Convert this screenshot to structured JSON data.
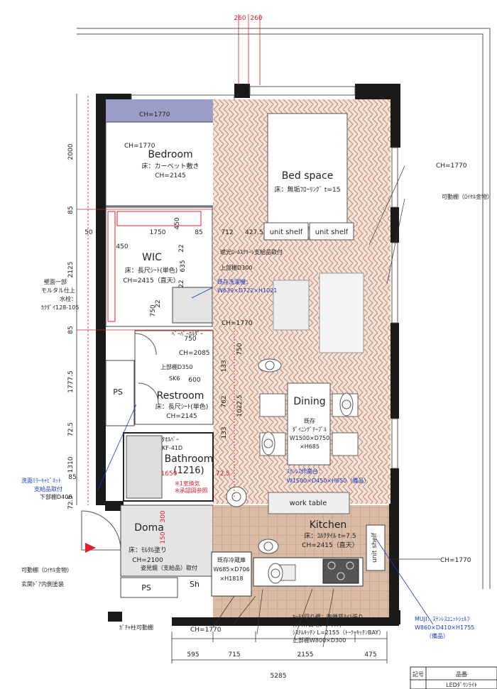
{
  "rooms": {
    "bedroom": {
      "name": "Bedroom",
      "floor": "床：カーペット敷き",
      "ch": "CH=2145",
      "ch_small": "CH=1770"
    },
    "bed_space": {
      "name": "Bed space",
      "floor": "床：無垢ﾌﾛｰﾘﾝｸﾞ t=15"
    },
    "wic": {
      "name": "WIC",
      "floor": "床：長尺ｼｰﾄ(単色)",
      "ch": "CH=2415（直天）"
    },
    "restroom": {
      "name": "Restroom",
      "floor": "床：長尺ｼｰﾄ(単色)",
      "ch": "CH=2145"
    },
    "bathroom": {
      "name": "Bathroom",
      "size": "(1216)",
      "note1": "※1室換気",
      "note2": "※承認図参照"
    },
    "dining": {
      "name": "Dining",
      "table1": "既存",
      "table2": "ﾀﾞｲﾆﾝｸﾞﾃｰﾌﾞﾙ",
      "table3": "W1500×D750",
      "table4": "×H685"
    },
    "doma": {
      "name": "Doma",
      "floor": "床：ﾓﾙﾀﾙ塗り",
      "ch": "CH=2100",
      "mirror": "姿見鏡（支給品）取付"
    },
    "kitchen": {
      "name": "Kitchen",
      "floor": "床：ｺﾙｸﾀｲﾙ t=7.5",
      "ch": "CH=2415（直天）"
    }
  },
  "labels": {
    "unit_shelf": "unit shelf",
    "work_table": "work table",
    "ps": "PS",
    "sh": "Sh",
    "ch_1770": "CH=1770",
    "ch_1770_b": "CH=1770",
    "ch_1770_c": "CH=1770",
    "ch_1770_d": "CH=1770",
    "ch_2085": "CH=2085",
    "sk6": "SK6",
    "shelf_d350": "上部棚D350",
    "shelf_d400": "下部棚D400",
    "shelf_d300": "上部棚D300",
    "washer": "既存洗濯機：",
    "washer_dim": "W639×D722×H1021",
    "roll_screen": "遮光ﾛｰﾙｽｸﾘｰﾝ支給品取付",
    "towel": "ﾀｵﾙﾊﾞｰ",
    "kf": "KF-41D",
    "paper": "ﾍﾟｰﾊﾟｰﾎﾙﾀﾞｰ",
    "fridge1": "既存冷蔵庫",
    "fridge2": "W685×D706",
    "fridge3": "×H1818",
    "steel1": "ｽﾃﾝﾚｽ作業台：",
    "steel2": "W1500×D450×H850（備品）",
    "movable_shelf": "可動棚（ﾛｲﾔﾙ金物）",
    "movable_shelf2": "可動棚（ﾛｲﾔﾙ金物）",
    "wall_mortar1": "壁面一部",
    "wall_mortar2": "モルタル仕上",
    "faucet1": "水栓：",
    "faucet2": "ｶｸﾀﾞｲ128-105",
    "mirror_cab1": "洗面ﾐﾗｰｷｬﾋﾞﾈｯﾄ",
    "mirror_cab2": "支給品取付",
    "entrance_door": "玄関ﾄﾞｱ内側塗装",
    "gacha": "ｶﾞﾁｬ柱可動棚",
    "kitchen_wall": "ｷｯﾁﾝ回り壁：陶器質ﾀｲﾙ張り",
    "kitchen_wall2": "(ﾎﾜｲﾄ/目地：ﾌﾞﾗｯｸ)",
    "system_kitchen": "ｼｽﾃﾑｷｯﾁﾝ L=2155（ﾄｰｸｰｷｯﾁﾝBAY）",
    "upper_shelf": "上部棚W800×D300",
    "muji1": "MUJI：ｽﾃﾝﾚｽﾕﾆｯﾄｼｪﾙﾌ",
    "muji2": "W860×D410×H1755",
    "muji3": "（備品）"
  },
  "dimensions": {
    "top": [
      "260",
      "260"
    ],
    "left": [
      "2000",
      "85",
      "2125",
      "85",
      "1777.5",
      "72.5",
      "1310",
      "72.5"
    ],
    "wic": [
      "1750",
      "85",
      "712",
      "427.5",
      "50",
      "450",
      "450",
      "635",
      "22",
      "22",
      "750",
      "750",
      "22"
    ],
    "other": [
      "750",
      "600",
      "133",
      "762",
      "1022.5",
      "133",
      "1650",
      "72.5",
      "150",
      "300",
      "85"
    ],
    "bottom": [
      "595",
      "715",
      "2155",
      "475"
    ],
    "total": "5285"
  },
  "table": {
    "headers": [
      "記号",
      "品番"
    ],
    "row1": "LEDﾀﾞｳﾝﾗｲﾄ"
  },
  "colors": {
    "wall": "#1a1a1a",
    "herringbone": "#c98d76",
    "tile": "#d8b9a4",
    "bedroom": "#9c9cc8",
    "red": "#e0202a",
    "blue": "#1a3cc8"
  }
}
